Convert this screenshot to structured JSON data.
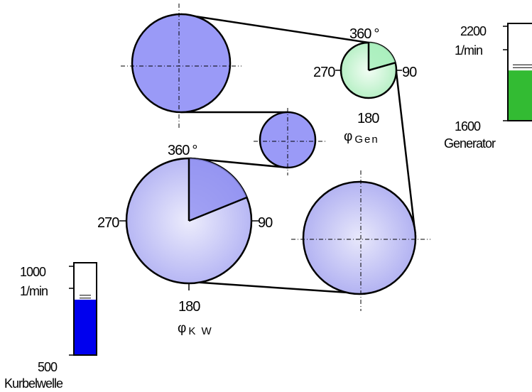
{
  "crank": {
    "name": "Kurbelwelle",
    "angle_labels": {
      "top": "360",
      "deg": "°",
      "right": "90",
      "bottom": "180",
      "left": "270"
    },
    "phi": "φ",
    "sub": "K W",
    "angle_deg": 68
  },
  "generator": {
    "name": "Generator",
    "angle_labels": {
      "top": "360",
      "deg": "°",
      "right": "90",
      "bottom": "180",
      "left": "270"
    },
    "phi": "φ",
    "sub": "Gen",
    "angle_deg": 74
  },
  "crank_gauge": {
    "max_label": "1000",
    "unit": "1/min",
    "min_label": "500",
    "range": [
      500,
      1000
    ],
    "level": 800,
    "setpoint": 824,
    "color": "#0000ee"
  },
  "gen_gauge": {
    "max_label": "2200",
    "unit": "1/min",
    "min_label": "1600",
    "range": [
      1600,
      2200
    ],
    "level": 1910,
    "setpoint": 1945,
    "color": "#33bb33"
  },
  "colors": {
    "pulley_dark": "#9a9af7",
    "crank_light": "#dcdcfa",
    "crank_sector": "#8a8af0",
    "gen_light": "#e6faea",
    "gen_sector": "#a8eebc"
  }
}
